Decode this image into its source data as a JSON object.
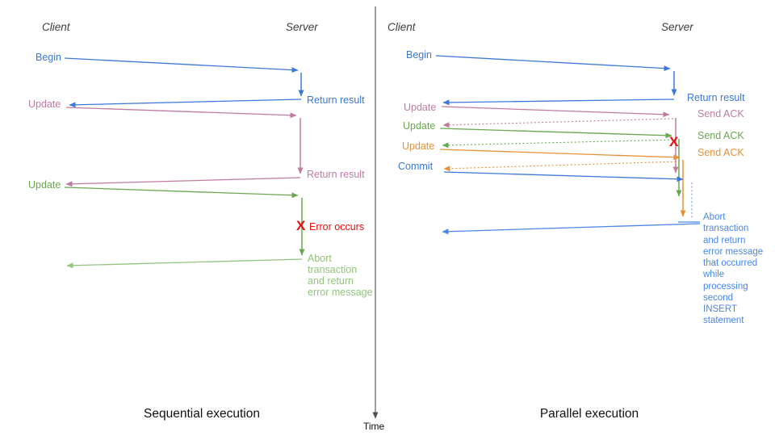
{
  "colors": {
    "blue": "#3C78D8",
    "blue_light": "#4A86E8",
    "pink": "#C27BA0",
    "green": "#6AA84F",
    "green_light": "#93C47D",
    "orange": "#E69138",
    "red": "#F40B0B",
    "axis_gray": "#4d4d4d"
  },
  "timeline": {
    "label": "Time"
  },
  "sequential": {
    "title": "Sequential execution",
    "client_header": "Client",
    "server_header": "Server",
    "messages": {
      "begin": "Begin",
      "return_result_1": "Return result",
      "update_1": "Update",
      "return_result_2": "Return result",
      "update_2": "Update",
      "error_mark": "X",
      "error_text": "Error occurs",
      "abort_lines": "Abort\ntransaction\nand return\nerror message"
    }
  },
  "parallel": {
    "title": "Parallel execution",
    "client_header": "Client",
    "server_header": "Server",
    "messages": {
      "begin": "Begin",
      "return_result": "Return result",
      "update_1": "Update",
      "send_ack_1": "Send ACK",
      "update_2": "Update",
      "send_ack_2": "Send ACK",
      "update_3": "Update",
      "send_ack_3": "Send ACK",
      "commit": "Commit",
      "error_mark": "X",
      "abort_lines": "Abort\ntransaction\nand return\nerror message\nthat occurred\nwhile\nprocessing\nsecond\nINSERT\nstatement"
    }
  }
}
